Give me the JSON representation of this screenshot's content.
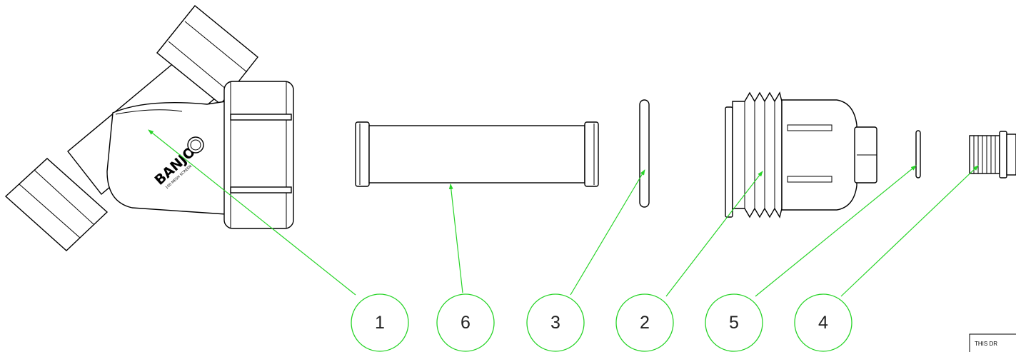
{
  "colors": {
    "leader": "#29d429",
    "line": "#000000",
    "background": "#ffffff"
  },
  "brand": {
    "logo_text": "BANJO",
    "subtext": "100 MESH SCREEN"
  },
  "balloons": [
    {
      "label": "1"
    },
    {
      "label": "6"
    },
    {
      "label": "3"
    },
    {
      "label": "2"
    },
    {
      "label": "5"
    },
    {
      "label": "4"
    }
  ],
  "title_block": {
    "note": "THIS DR"
  }
}
